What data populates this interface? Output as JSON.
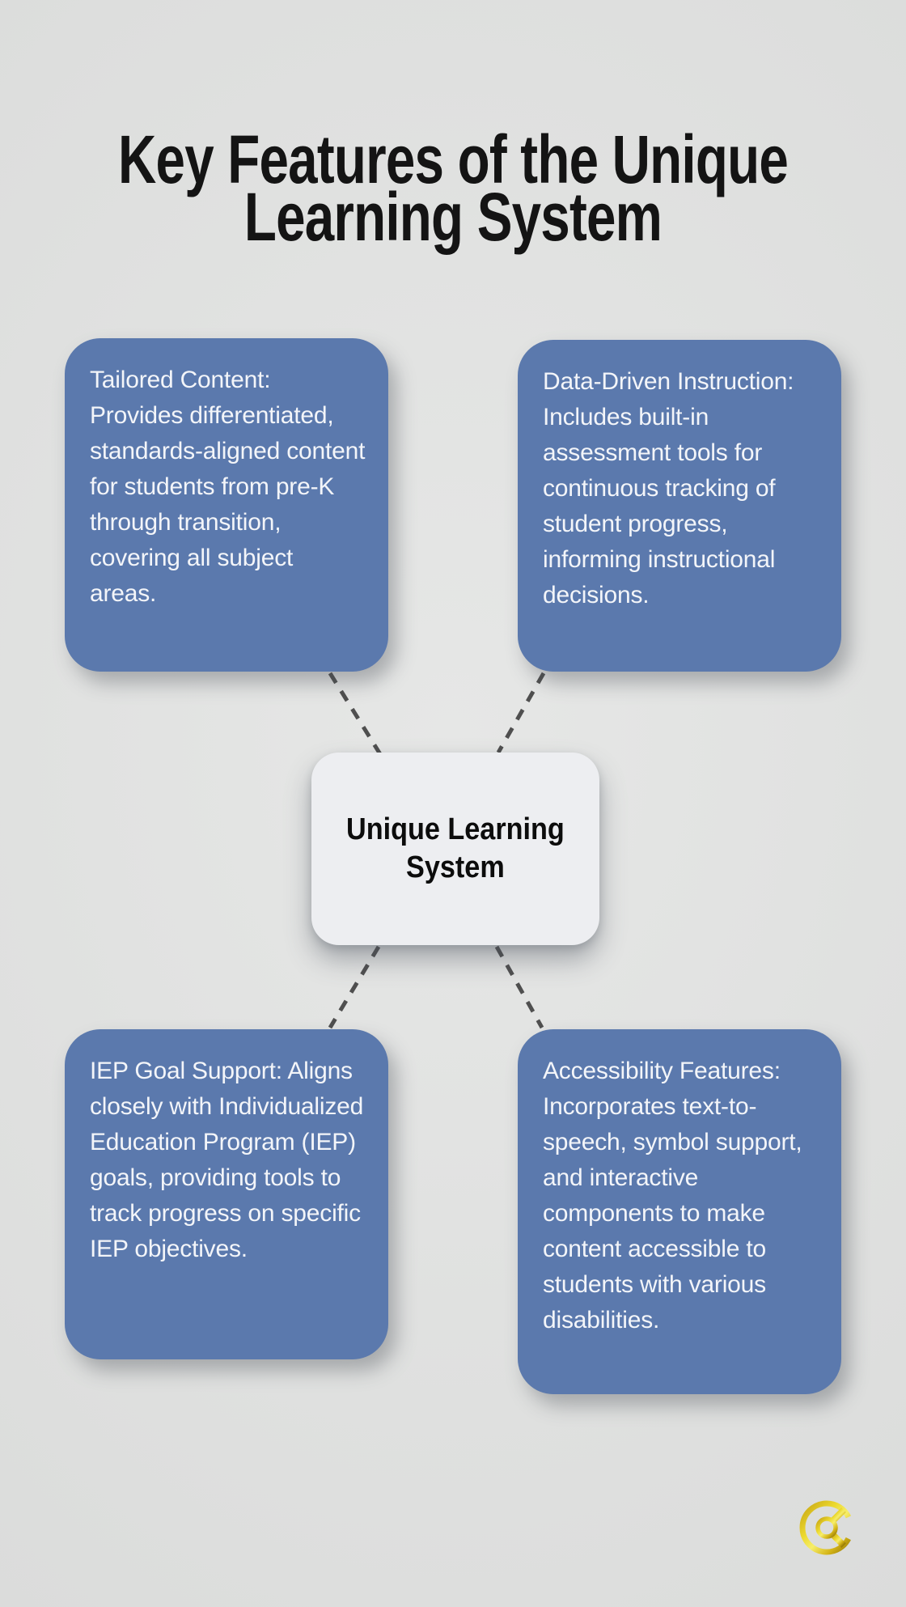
{
  "title": {
    "text": "Key Features of the Unique Learning System",
    "lines": [
      "Key Features of the Unique",
      "Learning System"
    ]
  },
  "center_node": {
    "text": "Unique Learning System",
    "lines": [
      "Unique Learning",
      "System"
    ]
  },
  "features": [
    {
      "id": "tailored-content",
      "text": "Tailored Content: Provides differentiated, standards-aligned content for students from pre-K through transition, covering all subject areas."
    },
    {
      "id": "data-driven-instruction",
      "text": "Data-Driven Instruction: Includes built-in assessment tools for continuous tracking of student progress, informing instructional decisions."
    },
    {
      "id": "iep-goal-support",
      "text": "IEP Goal Support: Aligns closely with Individualized Education Program (IEP) goals, providing tools to track progress on specific IEP objectives."
    },
    {
      "id": "accessibility-features",
      "text": "Accessibility Features: Incorporates text-to-speech, symbol support, and interactive components to make content accessible to students with various disabilities."
    }
  ],
  "logo": {
    "name": "gold-q-logo",
    "letter": "Q"
  },
  "colors": {
    "background": "#e0e1e0",
    "card_blue": "#5b79ad",
    "card_text": "#f3f5f9",
    "node_background": "#edeef1",
    "node_text": "#0c0c0c",
    "title_text": "#141414",
    "connector_gray": "#4f4f4f",
    "logo_gold_dark": "#8f7405",
    "logo_gold_mid": "#d4b417",
    "logo_gold_light": "#f6ee6a"
  }
}
